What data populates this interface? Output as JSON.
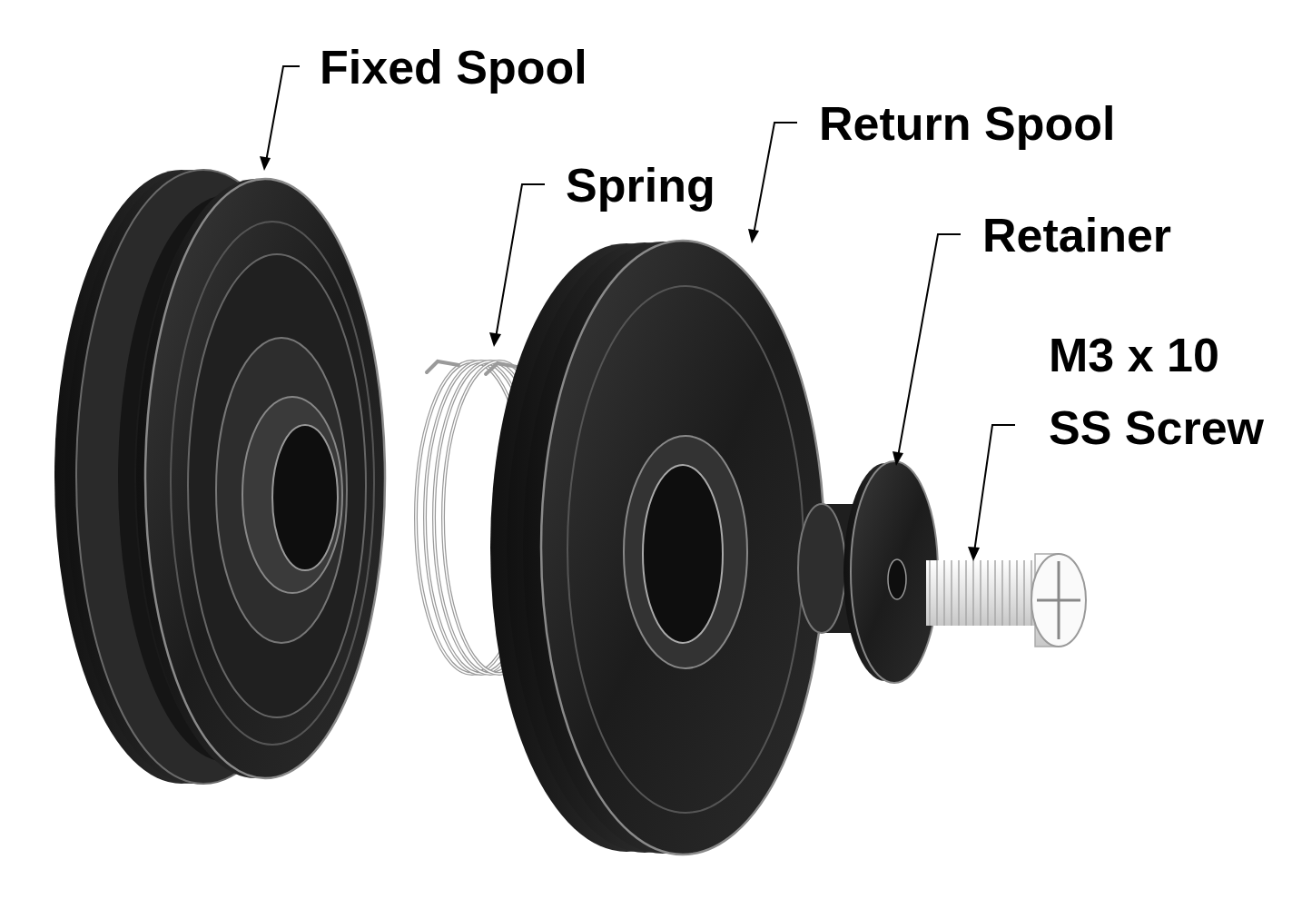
{
  "diagram": {
    "labels": [
      "Fixed Spool",
      "Spring",
      "Return Spool",
      "Retainer",
      "M3 x 10 SS Screw"
    ]
  }
}
